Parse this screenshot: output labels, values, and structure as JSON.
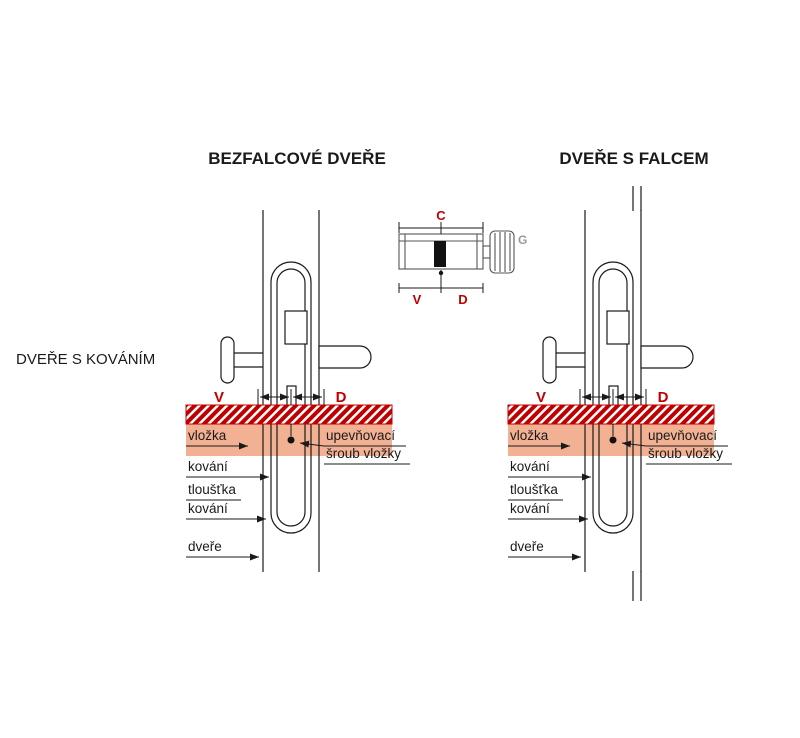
{
  "titles": {
    "left_diagram": "BEZFALCOVÉ DVEŘE",
    "right_diagram": "DVEŘE S FALCEM",
    "side_label": "DVEŘE S KOVÁNÍM"
  },
  "cylinder_schematic": {
    "total_length_label": "C",
    "left_length_label": "V",
    "right_length_label": "D",
    "knob_label": "G"
  },
  "door_diagram": {
    "dim_left_label": "V",
    "dim_right_label": "D",
    "labels": {
      "cylinder": "vložka",
      "fitting": "kování",
      "fitting_thickness_line1": "tloušťka",
      "fitting_thickness_line2": "kování",
      "door": "dveře",
      "screw_line1": "upevňovací",
      "screw_line2": "šroub vložky"
    }
  },
  "colors": {
    "accent-red": "#c00000",
    "cylinder-pink": "#f2b193",
    "line-black": "#1a1a1a",
    "gray-label": "#9a9a9a"
  }
}
